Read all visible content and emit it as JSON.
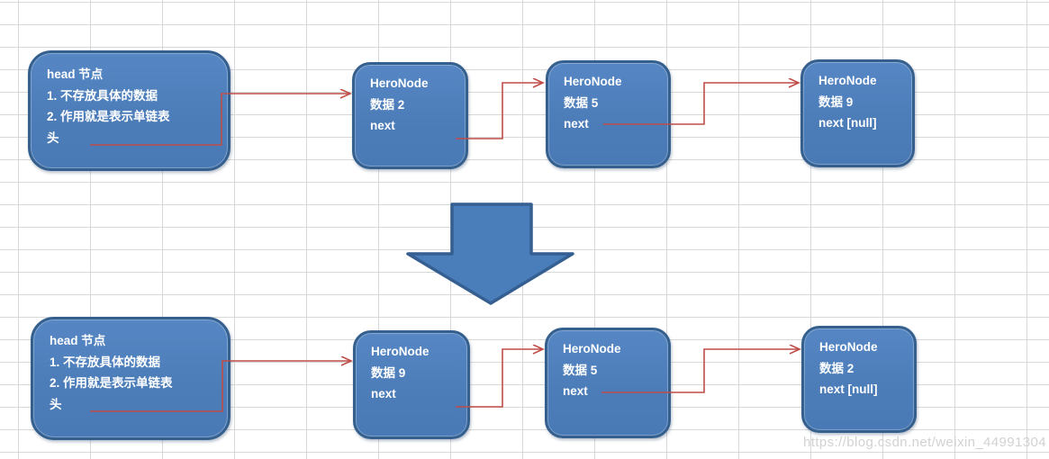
{
  "watermark": "https://blog.csdn.net/weixin_44991304",
  "head_box": {
    "line1": "head 节点",
    "line2": "1. 不存放具体的数据",
    "line3": "2. 作用就是表示单链表",
    "line4": "头"
  },
  "top_list": {
    "nodes": [
      {
        "title": "HeroNode",
        "data": "数据 2",
        "next": "next"
      },
      {
        "title": "HeroNode",
        "data": "数据 5",
        "next": "next"
      },
      {
        "title": "HeroNode",
        "data": "数据 9",
        "next": "next [null]"
      }
    ]
  },
  "bottom_list": {
    "nodes": [
      {
        "title": "HeroNode",
        "data": "数据 9",
        "next": "next"
      },
      {
        "title": "HeroNode",
        "data": "数据 5",
        "next": "next"
      },
      {
        "title": "HeroNode",
        "data": "数据 2",
        "next": "next [null]"
      }
    ]
  },
  "colors": {
    "node_fill": "#4f81bd",
    "node_border": "#35608e",
    "connector_red": "#bf4d48",
    "grid_line": "#d8d8d8",
    "transform_arrow_fill": "#4a7ebb",
    "transform_arrow_border": "#365f91"
  }
}
